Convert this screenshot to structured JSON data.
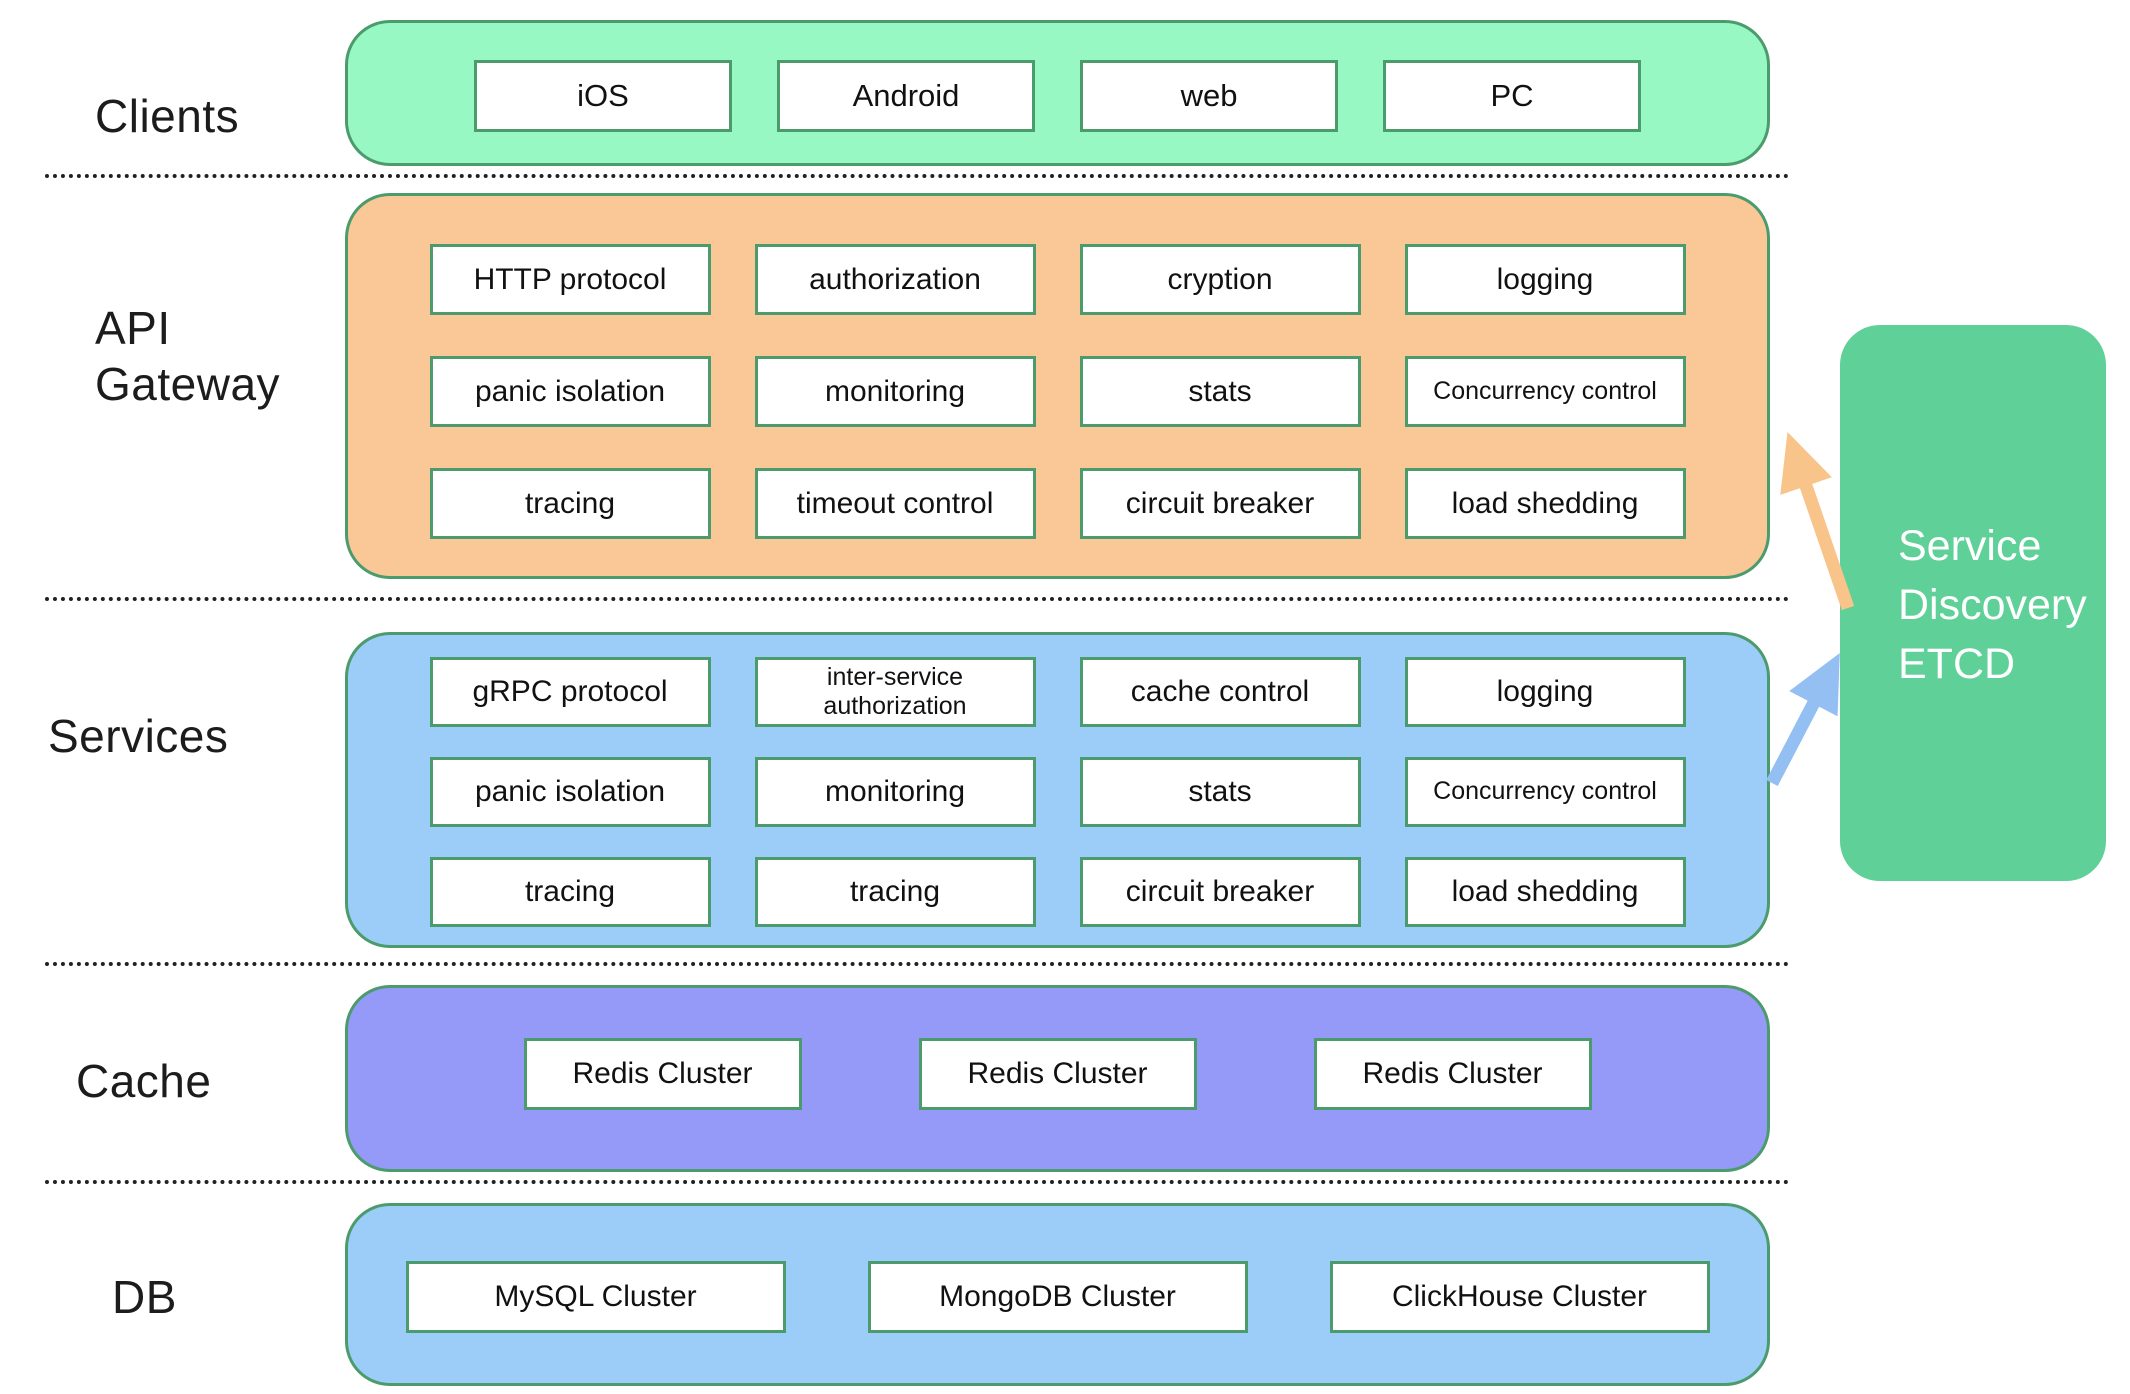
{
  "diagram": {
    "layers": [
      {
        "label": "Clients",
        "items": [
          "iOS",
          "Android",
          "web",
          "PC"
        ]
      },
      {
        "label": "API Gateway",
        "items": [
          "HTTP protocol",
          "authorization",
          "cryption",
          "logging",
          "panic isolation",
          "monitoring",
          "stats",
          "Concurrency control",
          "tracing",
          "timeout control",
          "circuit breaker",
          "load shedding"
        ]
      },
      {
        "label": "Services",
        "items": [
          "gRPC protocol",
          "inter-service authorization",
          "cache control",
          "logging",
          "panic isolation",
          "monitoring",
          "stats",
          "Concurrency control",
          "tracing",
          "tracing",
          "circuit breaker",
          "load shedding"
        ]
      },
      {
        "label": "Cache",
        "items": [
          "Redis Cluster",
          "Redis Cluster",
          "Redis Cluster"
        ]
      },
      {
        "label": "DB",
        "items": [
          "MySQL Cluster",
          "MongoDB Cluster",
          "ClickHouse Cluster"
        ]
      }
    ],
    "service_discovery": {
      "label": "Service Discovery ETCD"
    },
    "arrows": [
      {
        "name": "etcd-to-api-gateway",
        "color": "#F9C489"
      },
      {
        "name": "services-to-etcd",
        "color": "#93BFF2"
      }
    ],
    "colors": {
      "clients_fill": "#97F8C4",
      "api_gateway_fill": "#FAC896",
      "services_fill": "#9CCCF8",
      "cache_fill": "#9599F8",
      "db_fill": "#9CCCF8",
      "service_discovery_fill": "#5FD098",
      "box_border_green": "#4C9B6C",
      "arrow_orange": "#F9C489",
      "arrow_blue": "#93BFF2"
    }
  }
}
